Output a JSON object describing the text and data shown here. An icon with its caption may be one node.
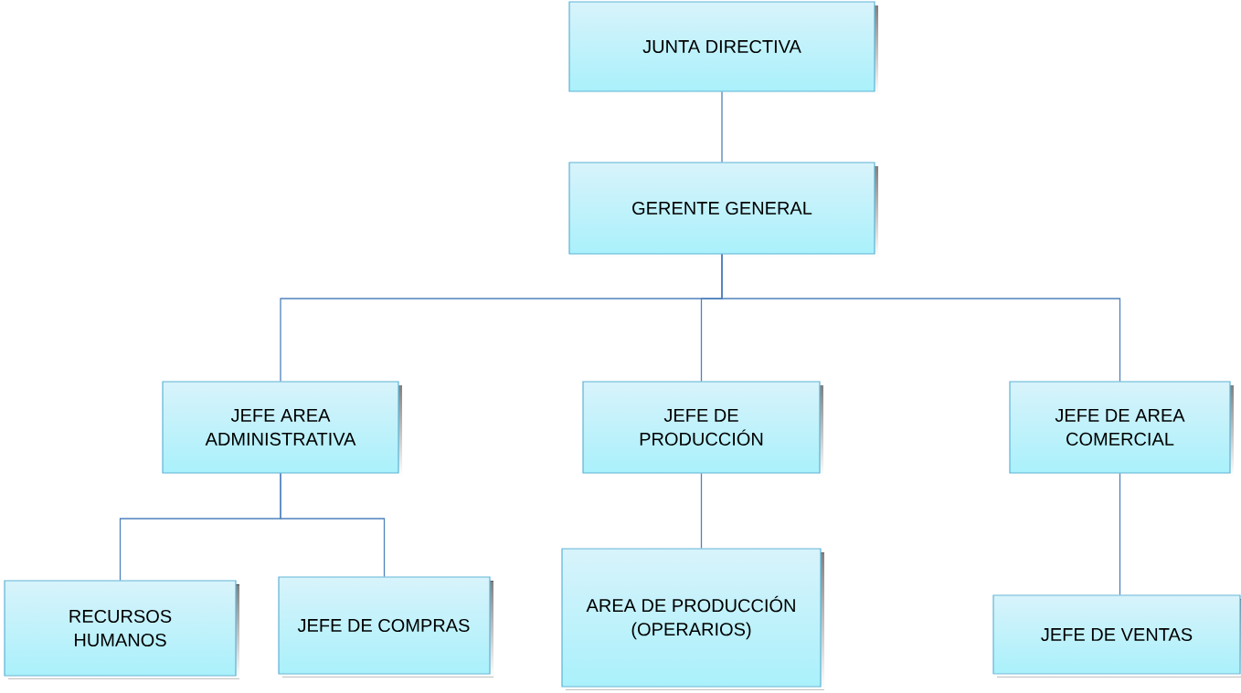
{
  "diagram": {
    "nodes": [
      {
        "text": [
          "JUNTA DIRECTIVA"
        ]
      },
      {
        "text": [
          "GERENTE GENERAL"
        ]
      },
      {
        "text": [
          "JEFE AREA ADMINISTRATIVA"
        ]
      },
      {
        "text": [
          "JEFE DE PRODUCCIÓN"
        ]
      },
      {
        "text": [
          "JEFE DE AREA COMERCIAL"
        ]
      },
      {
        "text": [
          "RECURSOS HUMANOS"
        ]
      },
      {
        "text": [
          "JEFE DE COMPRAS"
        ]
      },
      {
        "text": [
          "AREA DE PRODUCCIÓN (OPERARIOS)"
        ]
      },
      {
        "text": [
          "JEFE DE VENTAS"
        ]
      }
    ],
    "edges": [
      {
        "from": 0,
        "to": 1,
        "arrow": "none"
      },
      {
        "from": 1,
        "to": 2,
        "arrow": "none"
      },
      {
        "from": 1,
        "to": 3,
        "arrow": "none"
      },
      {
        "from": 1,
        "to": 4,
        "arrow": "none"
      },
      {
        "from": 2,
        "to": 5,
        "arrow": "none"
      },
      {
        "from": 2,
        "to": 6,
        "arrow": "none"
      },
      {
        "from": 3,
        "to": 7,
        "arrow": "none"
      },
      {
        "from": 4,
        "to": 8,
        "arrow": "none"
      }
    ]
  }
}
